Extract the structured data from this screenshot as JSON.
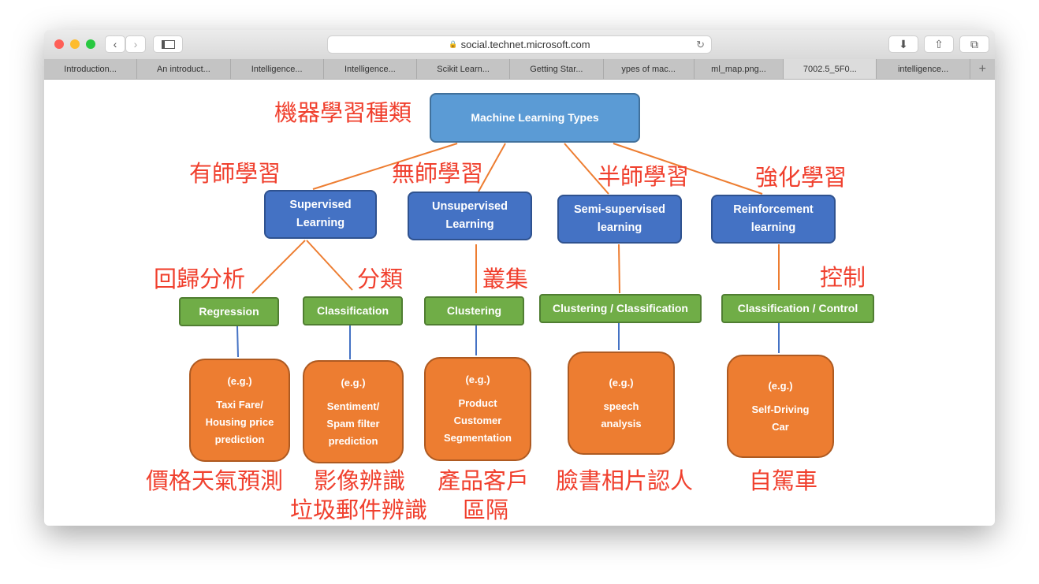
{
  "browser": {
    "url": "social.technet.microsoft.com",
    "tabs": [
      "Introduction...",
      "An introduct...",
      "Intelligence...",
      "Intelligence...",
      "Scikit Learn...",
      "Getting Star...",
      "ypes of mac...",
      "ml_map.png...",
      "7002.5_5F0...",
      "intelligence..."
    ],
    "active_tab": 8,
    "new_tab": "+"
  },
  "diagram": {
    "root": "Machine Learning Types",
    "root_zh": "機器學習種類",
    "types": [
      {
        "label": [
          "Supervised",
          "Learning"
        ],
        "zh": "有師學習"
      },
      {
        "label": [
          "Unsupervised",
          "Learning"
        ],
        "zh": "無師學習"
      },
      {
        "label": [
          "Semi-supervised",
          "learning"
        ],
        "zh": "半師學習"
      },
      {
        "label": [
          "Reinforcement",
          "learning"
        ],
        "zh": "強化學習"
      }
    ],
    "tasks": [
      {
        "label": "Regression",
        "zh": "回歸分析"
      },
      {
        "label": "Classification",
        "zh": "分類"
      },
      {
        "label": "Clustering",
        "zh": "叢集"
      },
      {
        "label": "Clustering / Classification"
      },
      {
        "label": "Classification / Control",
        "zh": "控制"
      }
    ],
    "examples": [
      {
        "lines": [
          "(e.g.)",
          "Taxi Fare/",
          "Housing price",
          "prediction"
        ],
        "zh": [
          "價格天氣預測"
        ]
      },
      {
        "lines": [
          "(e.g.)",
          "Sentiment/",
          "Spam filter",
          "prediction"
        ],
        "zh": [
          "影像辨識",
          "垃圾郵件辨識"
        ]
      },
      {
        "lines": [
          "(e.g.)",
          "Product",
          "Customer",
          "Segmentation"
        ],
        "zh": [
          "產品客戶",
          "區隔"
        ]
      },
      {
        "lines": [
          "(e.g.)",
          "",
          "speech",
          "analysis"
        ],
        "zh": [
          "臉書相片認人"
        ]
      },
      {
        "lines": [
          "(e.g.)",
          "",
          "Self-Driving",
          "Car"
        ],
        "zh": [
          "自駕車"
        ]
      }
    ]
  },
  "colors": {
    "root": "#5b9bd5",
    "type": "#4472c4",
    "task": "#70ad47",
    "example": "#ed7d31",
    "annotation": "#f0402e"
  }
}
